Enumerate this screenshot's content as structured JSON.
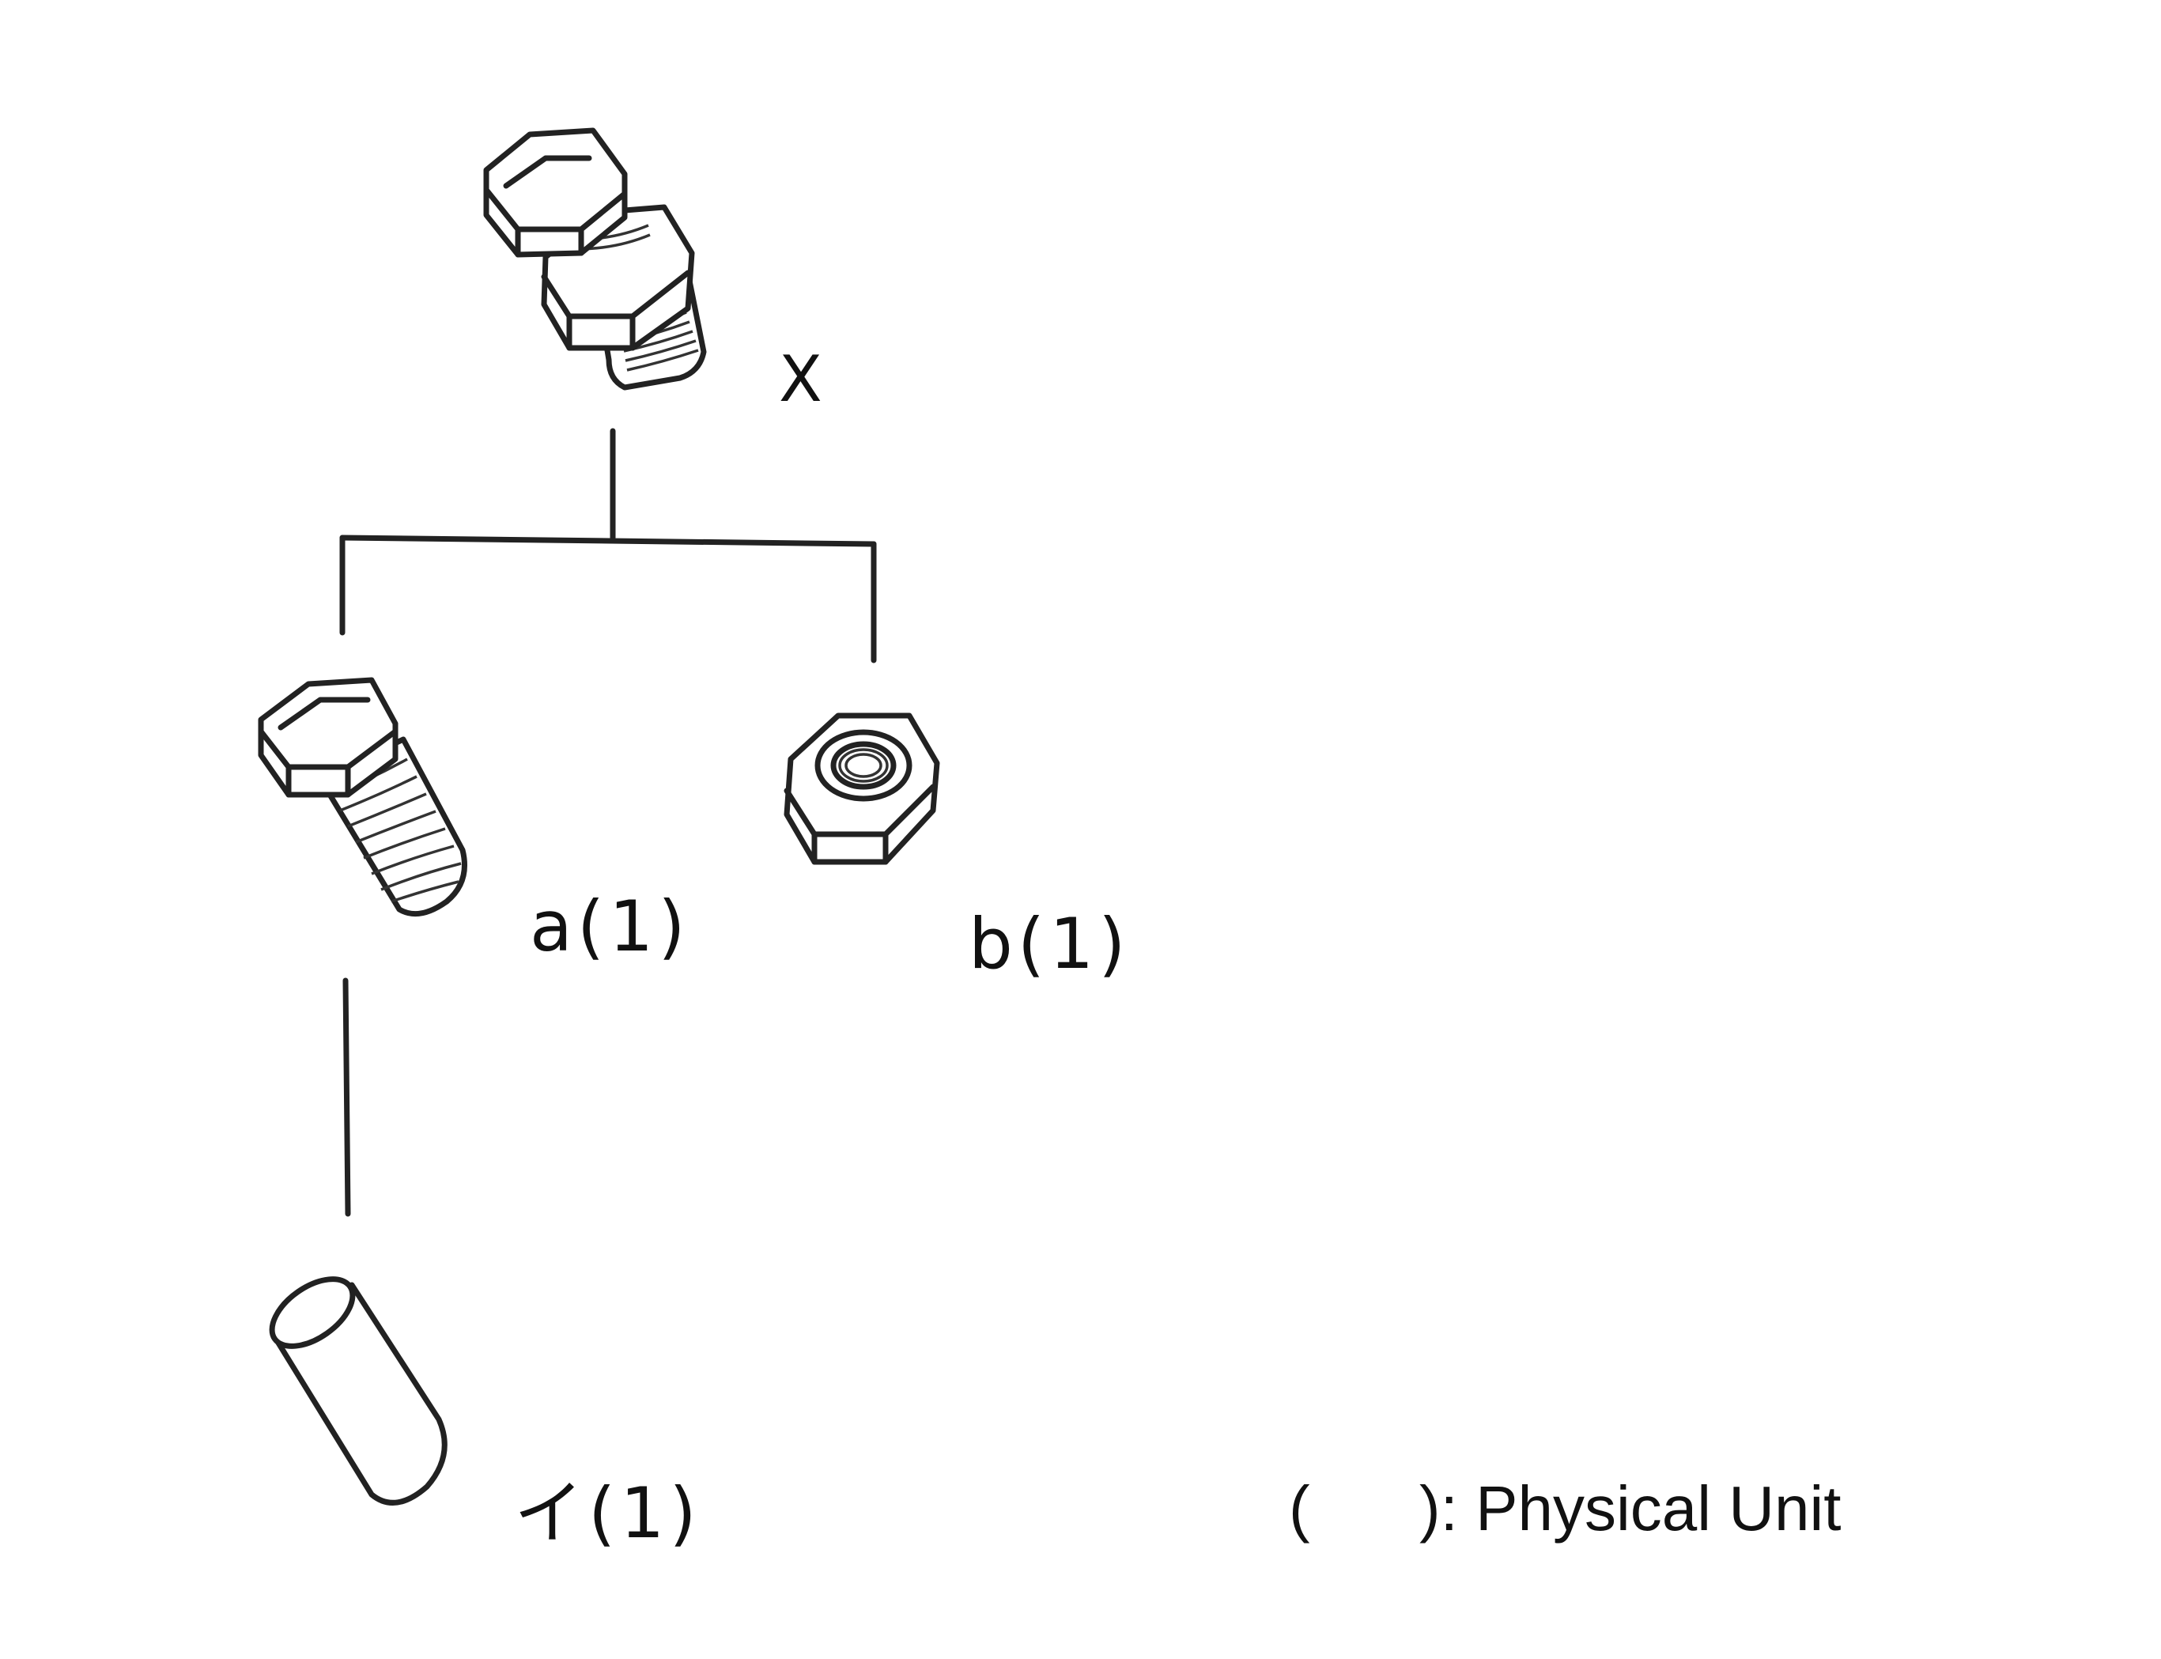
{
  "diagram": {
    "root": {
      "label": "X",
      "icon": "bolt-nut-assembly-icon"
    },
    "children": [
      {
        "label": "a(1)",
        "icon": "hex-bolt-icon"
      },
      {
        "label": "b(1)",
        "icon": "hex-nut-icon"
      }
    ],
    "grandchildren": [
      {
        "label": "イ(1)",
        "icon": "cylindrical-rod-icon"
      }
    ],
    "legend": {
      "open_paren": "(",
      "text": "): Physical Unit"
    },
    "colors": {
      "line": "#222222",
      "background": "#ffffff"
    }
  }
}
